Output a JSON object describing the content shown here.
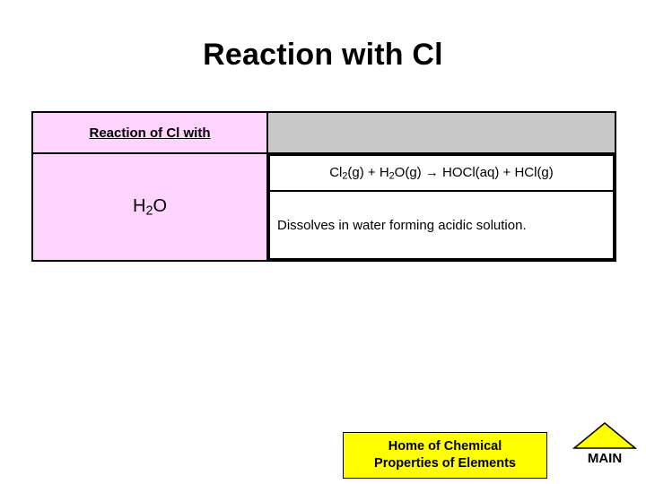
{
  "slide": {
    "title": "Reaction with Cl"
  },
  "table": {
    "header_left": "Reaction of Cl with",
    "header_right": "",
    "rows": [
      {
        "substance_main": "H",
        "substance_sub": "2",
        "substance_tail": "O",
        "equation_parts": {
          "p1": "Cl",
          "s1": "2",
          "p2": "(g) + H",
          "s2": "2",
          "p3": "O(g) → HOCl(aq) + HCl(g)"
        },
        "description": "Dissolves in water forming acidic solution."
      }
    ]
  },
  "buttons": {
    "home": {
      "line1": "Home of Chemical",
      "line2": "Properties of Elements"
    },
    "main": {
      "label": "MAIN"
    }
  },
  "colors": {
    "pink_cell": "#ffd5ff",
    "gray_cell": "#c8c8c8",
    "yellow_button": "#ffff00",
    "border": "#000000"
  }
}
